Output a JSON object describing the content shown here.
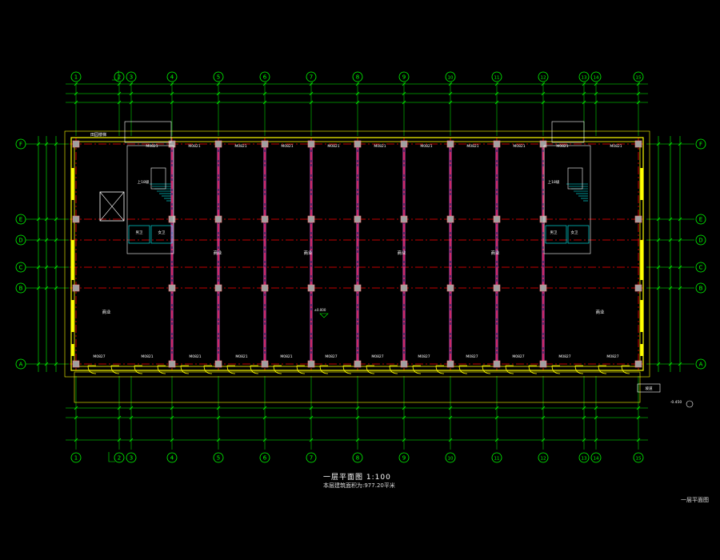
{
  "drawing": {
    "title": "一层平面图 1:100",
    "subtitle": "本层建筑面积为:977.20平米",
    "corner_label": "一层平面图",
    "colors": {
      "background": "#000000",
      "axis": "#00ff00",
      "wall": "#ffff00",
      "grid": "#ff0000",
      "column": "#a0a0a0",
      "interior": "#ff66ff",
      "text": "#ffffff",
      "stair": "#00ffff"
    }
  },
  "axes": {
    "vertical": [
      "1",
      "2",
      "3",
      "4",
      "5",
      "6",
      "7",
      "8",
      "9",
      "10",
      "11",
      "12",
      "13",
      "14",
      "15"
    ],
    "horizontal": [
      "F",
      "E",
      "D",
      "C",
      "B",
      "A"
    ]
  },
  "rooms": {
    "labels": [
      "商业",
      "商业",
      "商业",
      "商业",
      "商业",
      "商业",
      "商业"
    ],
    "door_codes_bottom": [
      "M0827",
      "M0821",
      "M0821",
      "M0821",
      "M0821",
      "M0827",
      "M0827",
      "M0827",
      "M0827",
      "M0827",
      "M0827",
      "M0827"
    ],
    "door_codes_top": [
      "M0821",
      "M0821",
      "M0821",
      "M0821",
      "M0821",
      "M0821",
      "M0821",
      "M0821",
      "M0821",
      "M0821",
      "M0821",
      "M0821"
    ]
  },
  "annotations": {
    "left_corner_top": "田园楼梯",
    "stair_left": "上18级",
    "stair_right": "上18级",
    "toilet_left_a": "男卫",
    "toilet_left_b": "女卫",
    "toilet_right_a": "男卫",
    "toilet_right_b": "女卫",
    "level_note": "±0.000",
    "bottom_right_tag": "坡道",
    "bottom_right_level": "-0.450"
  }
}
